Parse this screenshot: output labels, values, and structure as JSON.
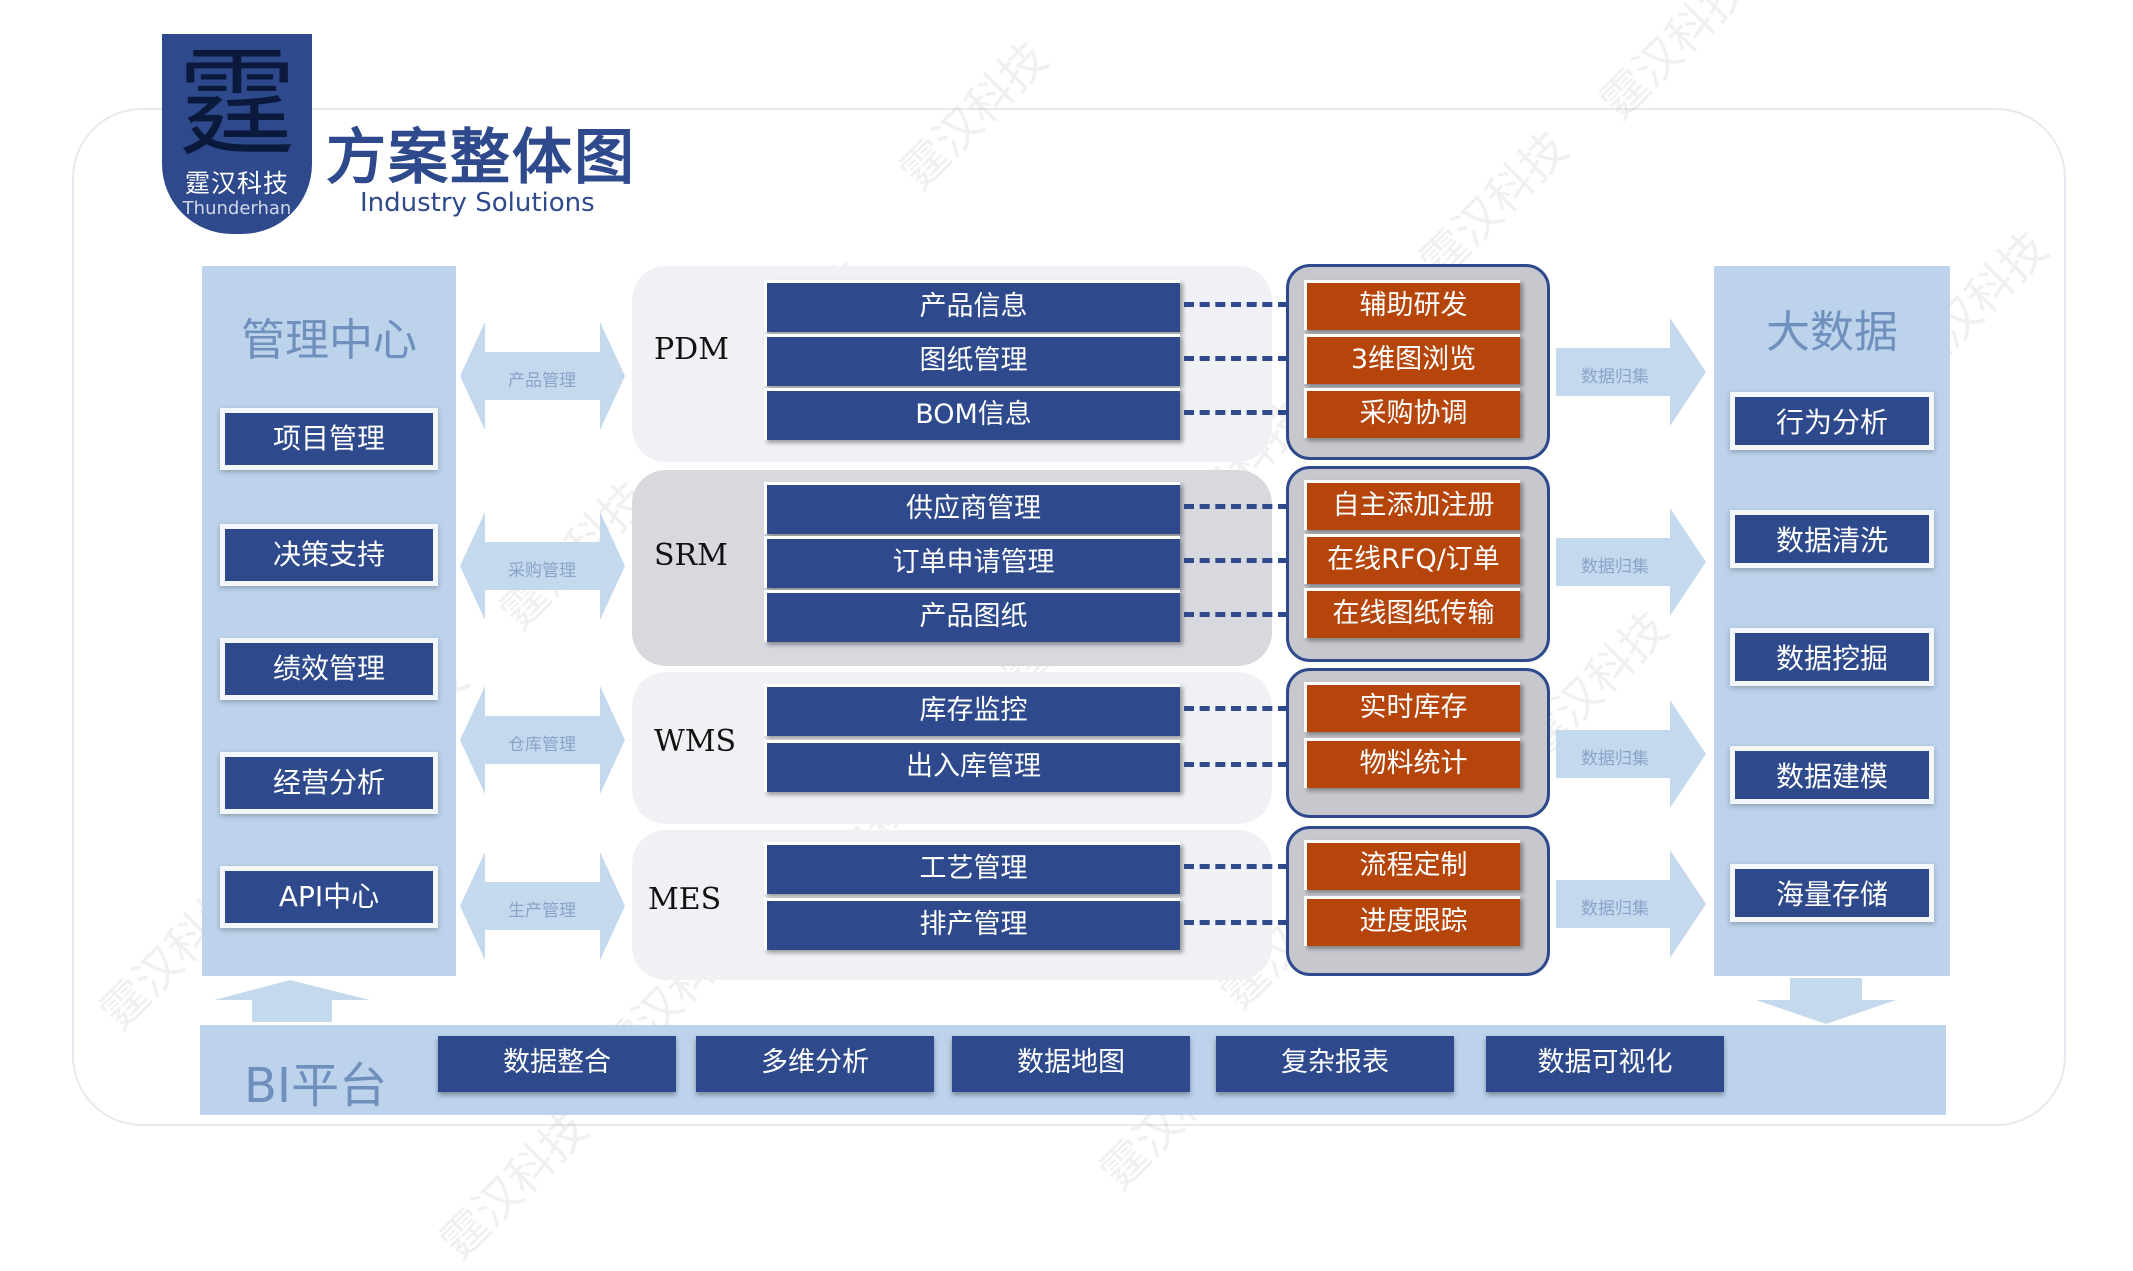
{
  "header": {
    "logo_glyph": "霆",
    "logo_cn": "霆汉科技",
    "logo_en": "Thunderhan",
    "title": "方案整体图",
    "subtitle": "Industry Solutions"
  },
  "management_center": {
    "title": "管理中心",
    "items": [
      "项目管理",
      "决策支持",
      "绩效管理",
      "经营分析",
      "API中心"
    ]
  },
  "big_data": {
    "title": "大数据",
    "items": [
      "行为分析",
      "数据清洗",
      "数据挖掘",
      "数据建模",
      "海量存储"
    ]
  },
  "systems": [
    {
      "name": "PDM",
      "left_label": "产品管理",
      "right_label": "数据归集",
      "modules": [
        "产品信息",
        "图纸管理",
        "BOM信息"
      ],
      "outputs": [
        "辅助研发",
        "3维图浏览",
        "采购协调"
      ]
    },
    {
      "name": "SRM",
      "left_label": "采购管理",
      "right_label": "数据归集",
      "modules": [
        "供应商管理",
        "订单申请管理",
        "产品图纸"
      ],
      "outputs": [
        "自主添加注册",
        "在线RFQ/订单",
        "在线图纸传输"
      ]
    },
    {
      "name": "WMS",
      "left_label": "仓库管理",
      "right_label": "数据归集",
      "modules": [
        "库存监控",
        "出入库管理"
      ],
      "outputs": [
        "实时库存",
        "物料统计"
      ]
    },
    {
      "name": "MES",
      "left_label": "生产管理",
      "right_label": "数据归集",
      "modules": [
        "工艺管理",
        "排产管理"
      ],
      "outputs": [
        "流程定制",
        "进度跟踪"
      ]
    }
  ],
  "bi": {
    "title": "BI平台",
    "items": [
      "数据整合",
      "多维分析",
      "数据地图",
      "复杂报表",
      "数据可视化"
    ]
  },
  "watermark": "霆汉科技",
  "colors": {
    "navy": "#2e4a8c",
    "orange": "#b5450a",
    "panel": "#bcd3eb",
    "panel_text": "#6f90bd"
  }
}
